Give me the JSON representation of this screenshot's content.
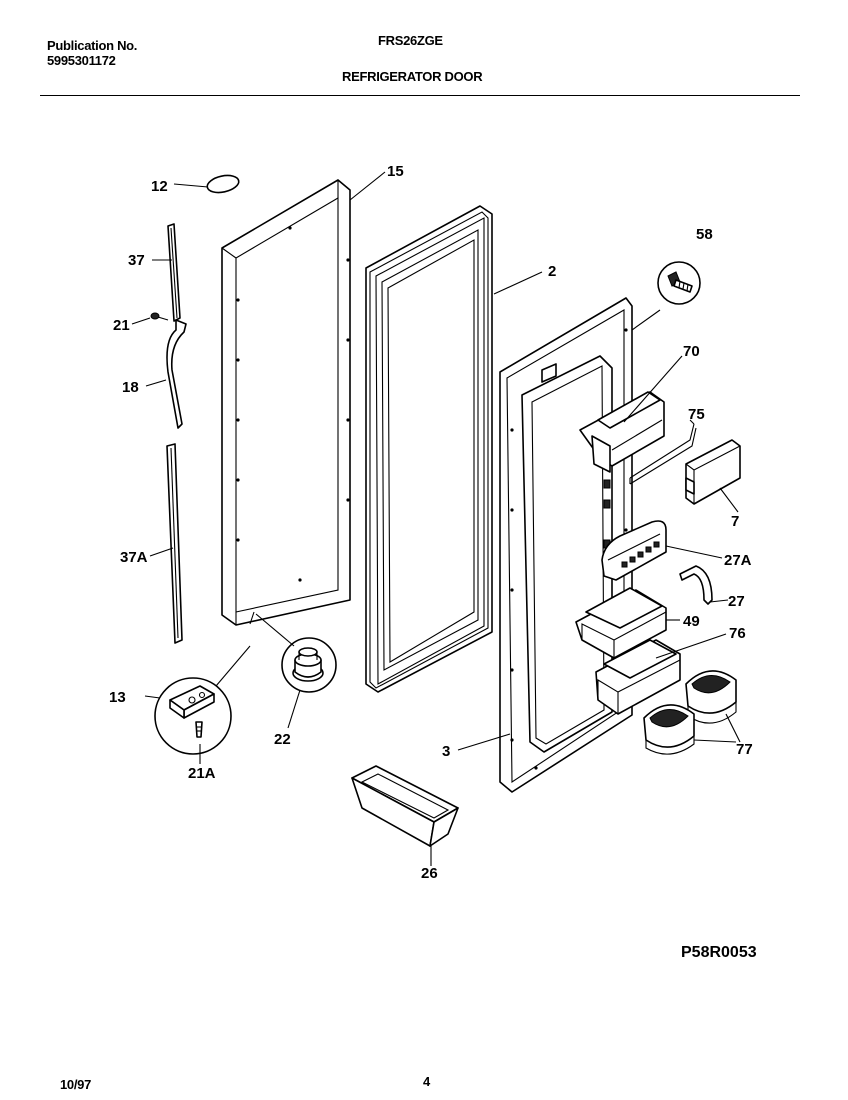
{
  "header": {
    "publication_label": "Publication No.",
    "publication_number": "5995301172",
    "model": "FRS26ZGE",
    "section_title": "REFRIGERATOR DOOR"
  },
  "diagram": {
    "callouts": [
      "12",
      "15",
      "37",
      "21",
      "18",
      "37A",
      "13",
      "21A",
      "22",
      "2",
      "58",
      "70",
      "75",
      "7",
      "27A",
      "27",
      "49",
      "76",
      "77",
      "3",
      "26"
    ],
    "drawing_code": "P58R0053"
  },
  "footer": {
    "date": "10/97",
    "page_number": "4"
  }
}
